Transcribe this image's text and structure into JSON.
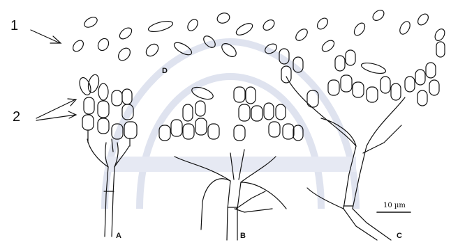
{
  "labels": {
    "one": "1",
    "two": "2",
    "panel_a": "A",
    "panel_b": "B",
    "panel_c": "C",
    "panel_d": "D"
  },
  "scale_bar": {
    "text": "10 µm"
  },
  "colors": {
    "ink": "#111111",
    "watermark": "#dfe3ef"
  }
}
